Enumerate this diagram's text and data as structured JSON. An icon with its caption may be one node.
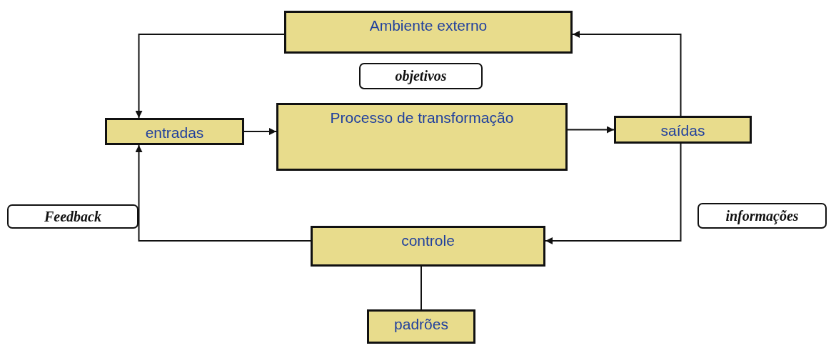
{
  "diagram": {
    "nodes": [
      {
        "text": [
          "Ambiente externo"
        ]
      },
      {
        "text": [
          "objetivos"
        ]
      },
      {
        "text": [
          "entradas"
        ]
      },
      {
        "text": [
          "Processo de transformação"
        ]
      },
      {
        "text": [
          "saídas"
        ]
      },
      {
        "text": [
          "Feedback"
        ]
      },
      {
        "text": [
          "controle"
        ]
      },
      {
        "text": [
          "informações"
        ]
      },
      {
        "text": [
          "padrões"
        ]
      }
    ],
    "edges": [
      {
        "from": 0,
        "to": 2,
        "arrow": "to"
      },
      {
        "from": 2,
        "to": 3,
        "arrow": "to"
      },
      {
        "from": 3,
        "to": 4,
        "arrow": "to"
      },
      {
        "from": 4,
        "to": 0,
        "arrow": "to"
      },
      {
        "from": 4,
        "to": 6,
        "arrow": "to"
      },
      {
        "from": 6,
        "to": 2,
        "arrow": "to"
      },
      {
        "from": 6,
        "to": 8,
        "arrow": "none"
      }
    ]
  }
}
